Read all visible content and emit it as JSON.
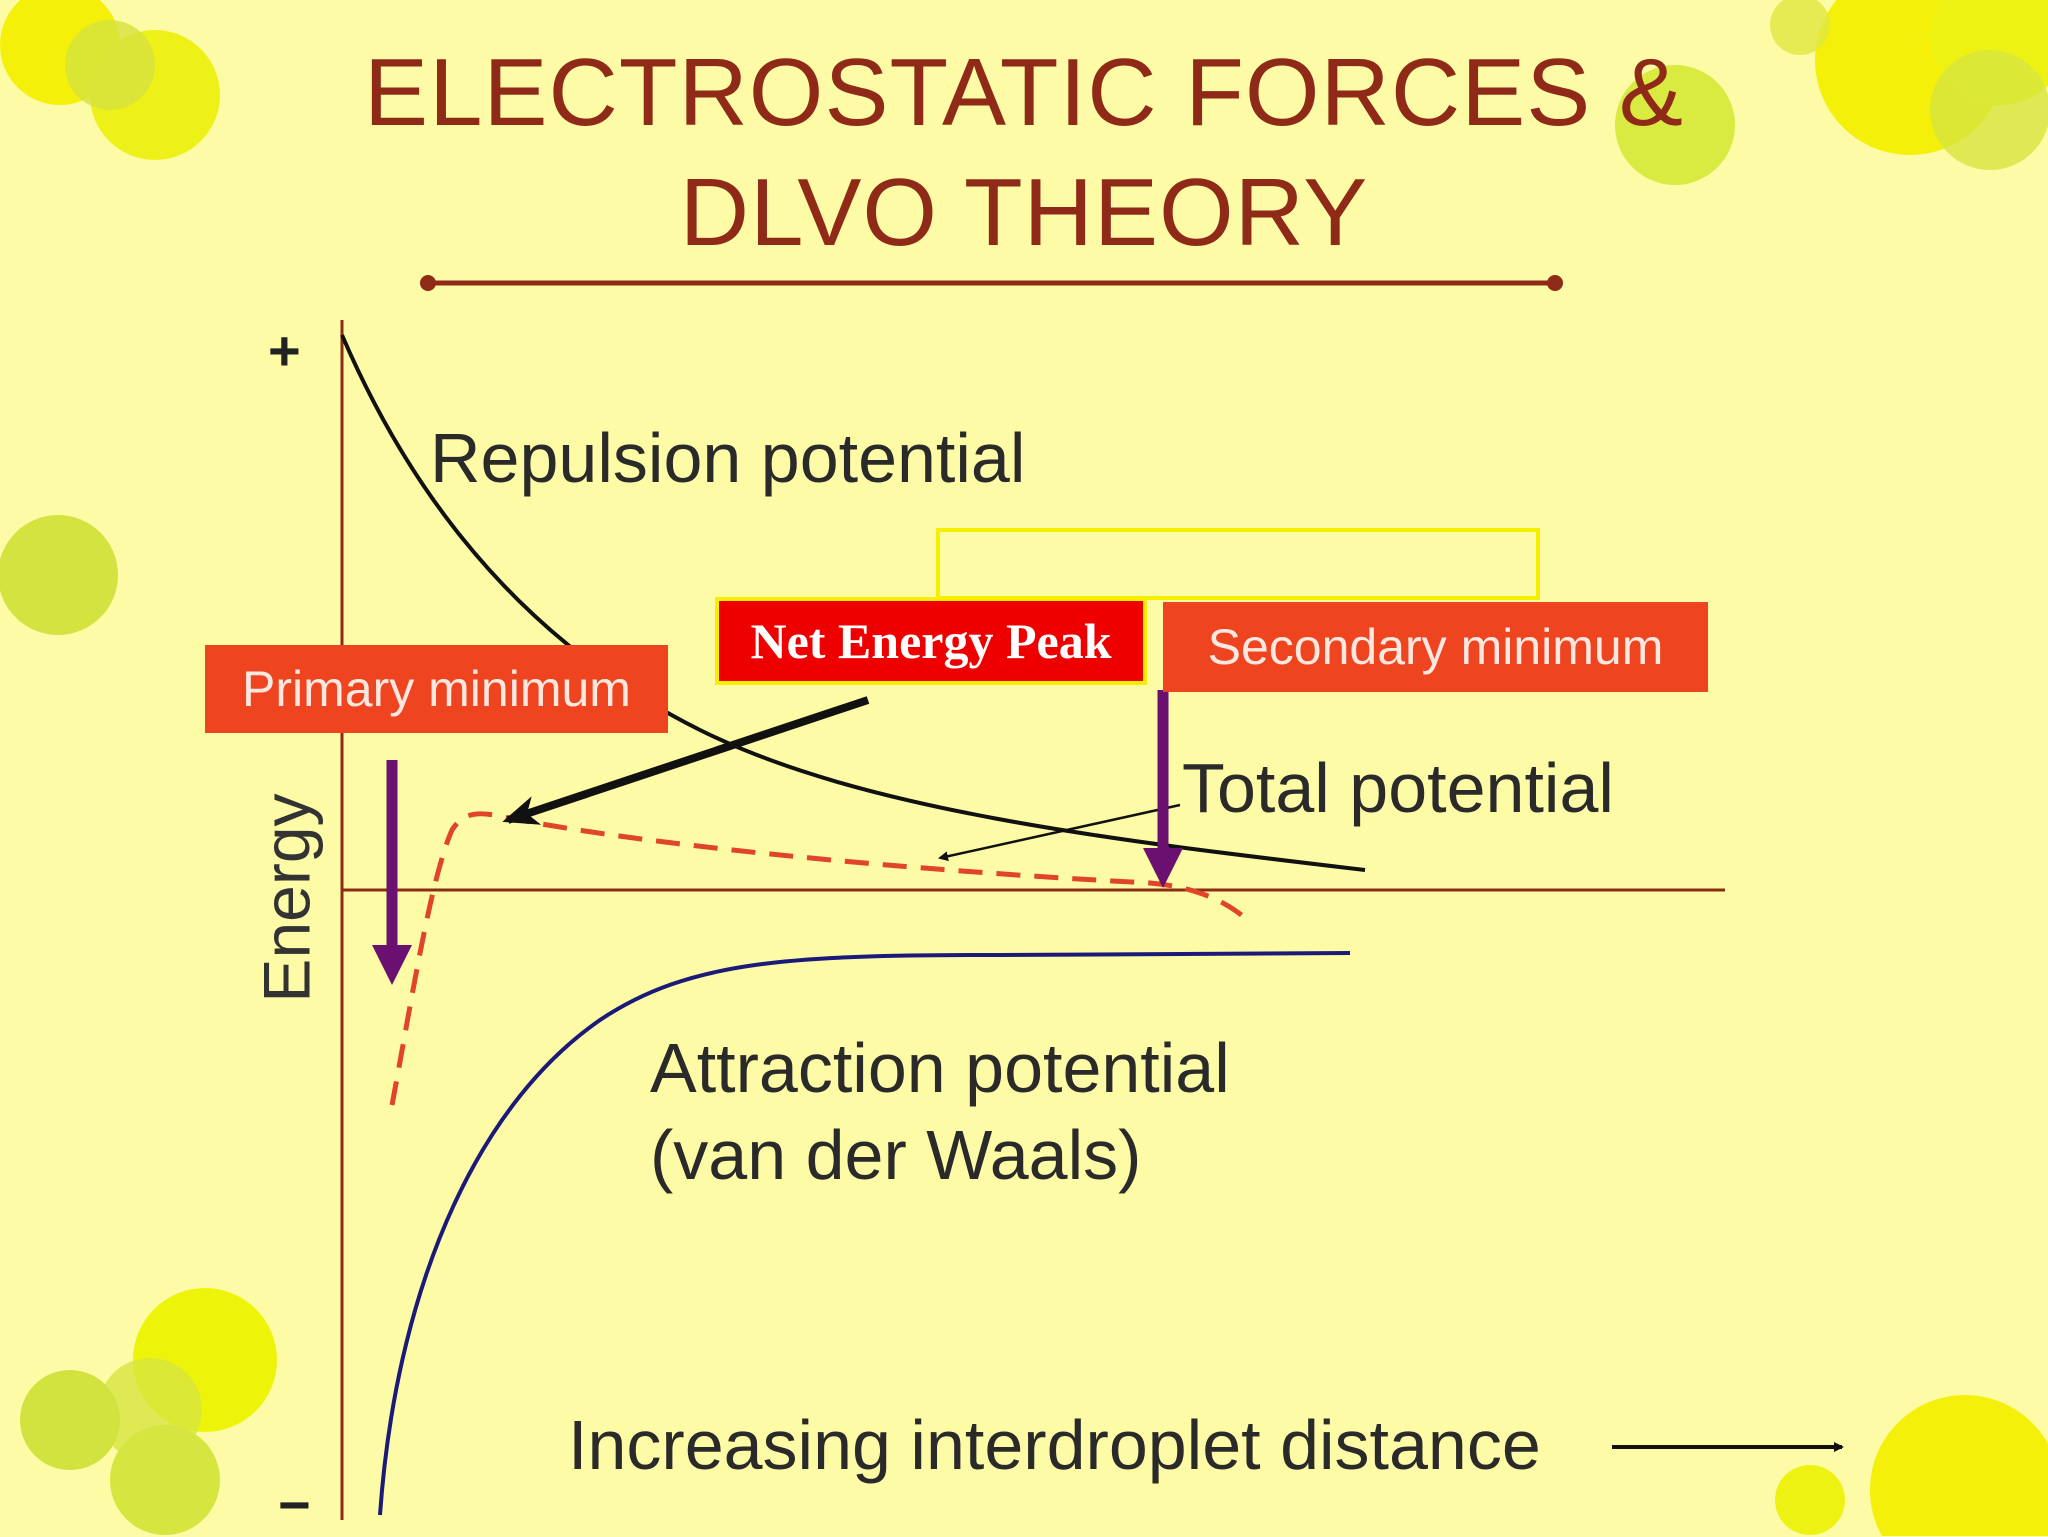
{
  "title": {
    "line1": "ELECTROSTATIC FORCES &",
    "line2": "DLVO THEORY"
  },
  "axes": {
    "y_plus": "+",
    "y_minus": "−",
    "y_label": "Energy",
    "x_label": "Increasing interdroplet distance"
  },
  "curves": {
    "repulsion": "Repulsion potential",
    "total": "Total potential",
    "attraction_line1": "Attraction potential",
    "attraction_line2": "(van der Waals)"
  },
  "callouts": {
    "primary": "Primary minimum",
    "peak": "Net Energy Peak",
    "secondary": "Secondary minimum"
  },
  "colors": {
    "background": "#fdfba6",
    "title": "#8f2a18",
    "repulsion_curve": "#111111",
    "attraction_curve": "#1c1a78",
    "total_curve": "#e0442a",
    "min_arrows": "#6a1070",
    "callout_fill": "#ef4420",
    "peak_fill": "#ee0000"
  }
}
